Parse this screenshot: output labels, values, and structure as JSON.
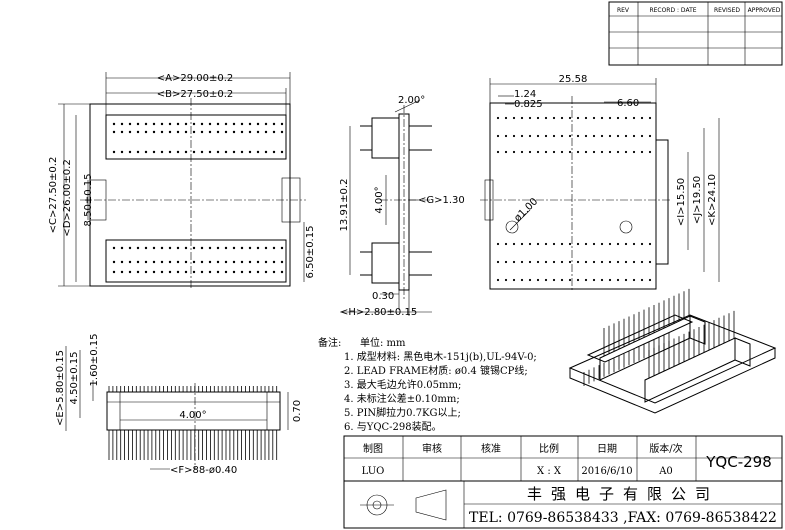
{
  "revision_table": {
    "headers": [
      "REV",
      "RECORD : DATE",
      "REVISED",
      "APPROVED"
    ]
  },
  "top_view": {
    "dim_a": "<A>29.00±0.2",
    "dim_b": "<B>27.50±0.2",
    "dim_c": "<C>27.50±0.2",
    "dim_d": "<D>26.00±0.2",
    "dim_8_50": "8.50±0.15",
    "dim_6_50": "6.50±0.15"
  },
  "side_view": {
    "angle": "2.00°",
    "dim_13_91": "13.91±0.2",
    "dim_4_00": "4.00°",
    "dim_g": "<G>1.30",
    "dim_0_30": "0.30",
    "dim_h": "<H>2.80±0.15"
  },
  "right_view": {
    "dim_25_58": "25.58",
    "dim_1_24": "1.24",
    "dim_0_825": "0.825",
    "dim_6_60": "6.60",
    "dim_phi": "ø1.00",
    "dim_i": "<I>15.50",
    "dim_j": "<J>19.50",
    "dim_k": "<K>24.10"
  },
  "front_view": {
    "dim_e": "<E>5.80±0.15",
    "dim_4_50": "4.50±0.15",
    "dim_1_60": "1.60±0.15",
    "dim_4_00": "4.00°",
    "dim_0_70": "0.70",
    "dim_f": "<F>88-ø0.40"
  },
  "notes": {
    "heading": "备注:",
    "unit": "单位: mm",
    "items": [
      "1. 成型材料: 黑色电木-151j(b),UL-94V-0;",
      "2. LEAD FRAME材质: ø0.4 镀锡CP线;",
      "3. 最大毛边允许0.05mm;",
      "4. 未标注公差±0.10mm;",
      "5. PIN脚拉力0.7KG以上;",
      "6. 与YQC-298装配。"
    ]
  },
  "title_block": {
    "headers": [
      "制图",
      "审核",
      "核准",
      "比例",
      "日期",
      "版本/次"
    ],
    "values": [
      "LUO",
      "",
      "",
      "X : X",
      "2016/6/10",
      "A0"
    ],
    "part_number": "YQC-298",
    "company": "丰强电子有限公司",
    "tel": "TEL: 0769-86538433 ,FAX: 0769-86538422"
  }
}
